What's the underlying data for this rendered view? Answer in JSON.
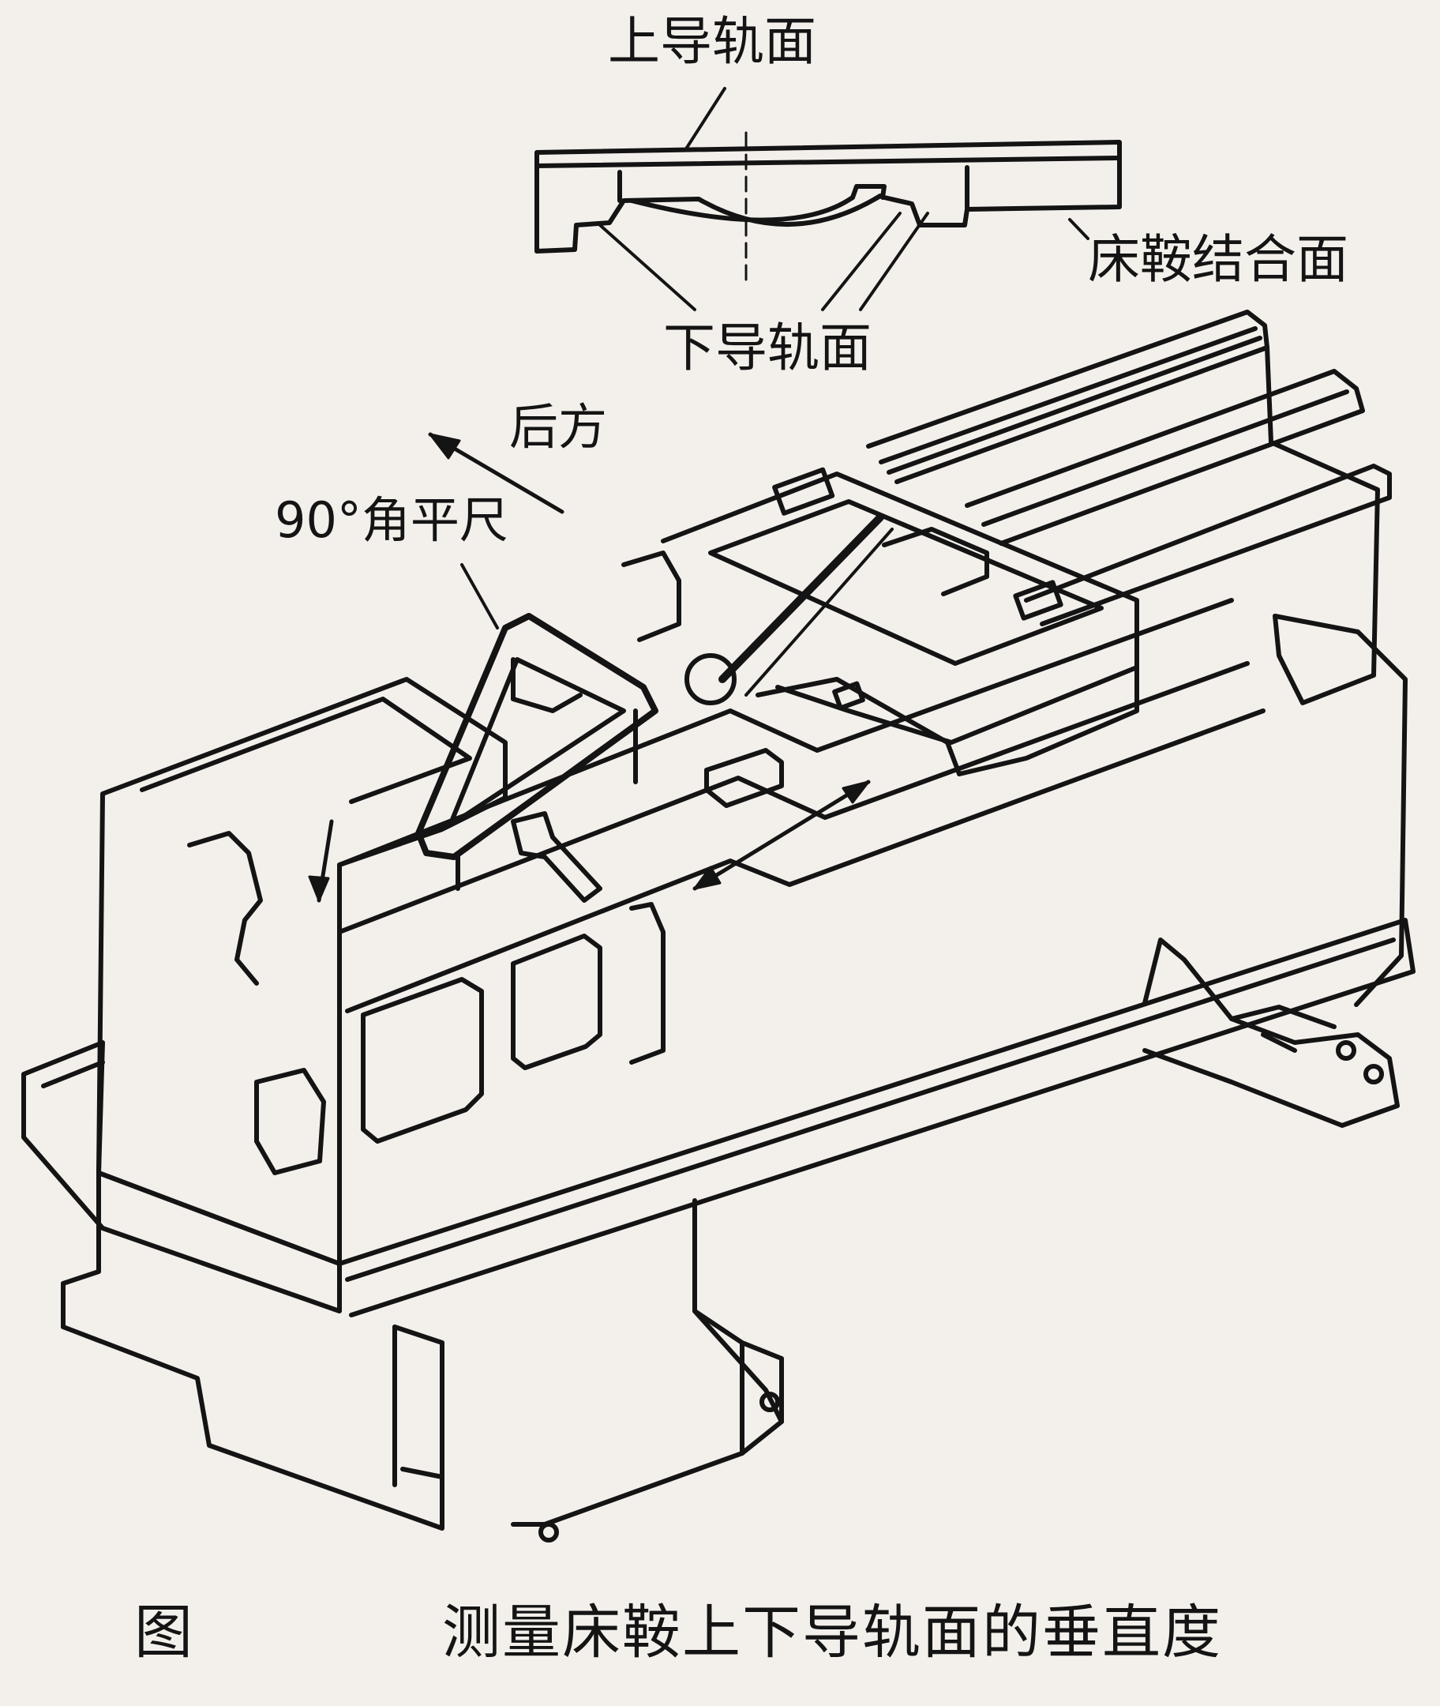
{
  "labels": {
    "upper_guide": "上导轨面",
    "saddle_joint": "床鞍结合面",
    "lower_guide": "下导轨面",
    "rear": "后方",
    "square": "90°角平尺"
  },
  "caption": {
    "fig": "图",
    "text": "测量床鞍上下导轨面的垂直度"
  },
  "colors": {
    "line": "#141414",
    "paper": "#f3f0ec"
  }
}
